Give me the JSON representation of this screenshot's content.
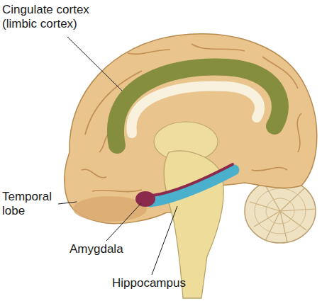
{
  "diagram": {
    "labels": [
      "Cingulate cortex (limbic cortex)",
      "Temporal lobe",
      "Amygdala",
      "Hippocampus"
    ]
  }
}
